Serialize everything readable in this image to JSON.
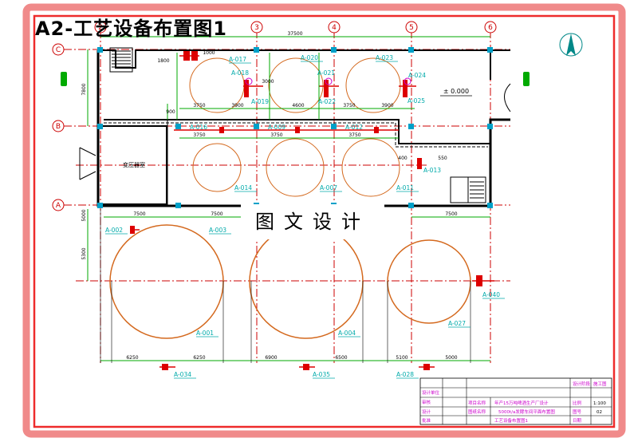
{
  "title": "A2-工艺设备布置图1",
  "stamp": "图文设计",
  "colors": {
    "frame_outer": "#f08a8a",
    "frame_inner": "#ee2b2b",
    "wall": "#000000",
    "dim_line": "#00aa00",
    "axis_line": "#cc0000",
    "equipment": "#d4691e",
    "tag": "#00aaaa",
    "column": "#00a0c8",
    "pipe_red": "#dd0000",
    "label_magenta": "#cc00cc"
  },
  "axes": {
    "columns": [
      "2",
      "3",
      "4",
      "5",
      "6"
    ],
    "rows": [
      "C",
      "B",
      "A"
    ]
  },
  "dimensions": {
    "top_overall": "37500",
    "row_c_spacing": [
      "1800",
      "1000"
    ],
    "row_c_b": "7800",
    "row_b_a": "5000",
    "upper_bays": [
      "3750",
      "3900",
      "4600",
      "3750",
      "3900"
    ],
    "middle_bays": [
      "3750",
      "3750",
      "3750"
    ],
    "row_a_bays": [
      "7500",
      "7500",
      "7500"
    ],
    "outdoor_depth": "5300",
    "bottom_a": [
      "6250",
      "6250",
      "6900",
      "6500",
      "5100",
      "5000"
    ],
    "misc": [
      "900",
      "400",
      "550",
      "3000"
    ]
  },
  "room_label": "变压器室",
  "level_mark": "± 0.000",
  "equipment_tags": {
    "upper": [
      "A-017",
      "A-018",
      "A-019",
      "A-020",
      "A-021",
      "A-022",
      "A-023",
      "A-024",
      "A-025"
    ],
    "middle": [
      "A-016",
      "A-009",
      "A-012",
      "A-013",
      "A-014",
      "A-007",
      "A-011"
    ],
    "outdoor": [
      "A-002",
      "A-003",
      "A-001",
      "A-004",
      "A-027",
      "A-040",
      "A-034",
      "A-035",
      "A-028"
    ]
  },
  "title_block": {
    "left_labels": [
      "设计单位",
      "审核",
      "设计",
      "批准"
    ],
    "project_label": "项目名称",
    "project_name": "年产15万吨啤酒生产厂设计",
    "drawing_label": "图纸名称",
    "drawing_name": "5000t/a发酵车间平面布置图",
    "sub_label": "工艺设备布置图1",
    "right_labels": [
      "比例",
      "图号",
      "日期"
    ],
    "right_values": [
      "1:100",
      "02",
      ""
    ],
    "top_right": [
      "设计阶段",
      "施工图"
    ]
  }
}
